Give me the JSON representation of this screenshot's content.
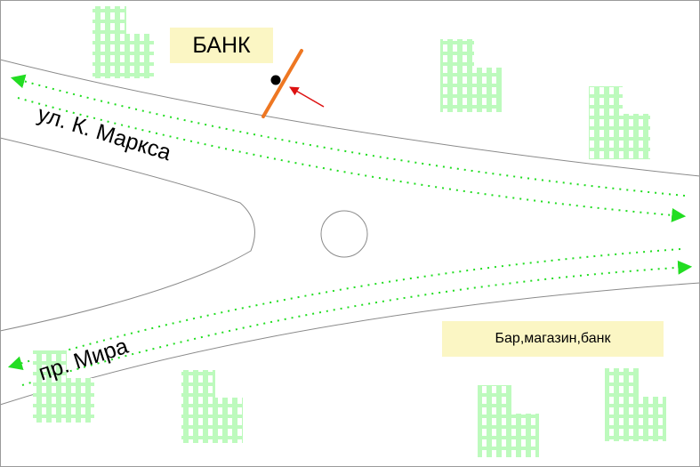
{
  "labels": {
    "bank": "БАНК",
    "bar_shop_bank": "Бар,магазин,банк"
  },
  "streets": {
    "marx": "ул. К. Маркса",
    "mira": "пр. Мира"
  },
  "colors": {
    "building": "#bdfabd",
    "window": "#ffffff",
    "road_edge": "#8a8a8a",
    "traffic_arrow": "#22dd22",
    "barrier": "#ee7722",
    "pointer_arrow": "#dd1111",
    "label_background": "#fbf6c4"
  },
  "icons": {
    "building": "building-icon",
    "barrier": "barrier-icon",
    "point": "point-icon",
    "pointer": "arrow-icon"
  }
}
